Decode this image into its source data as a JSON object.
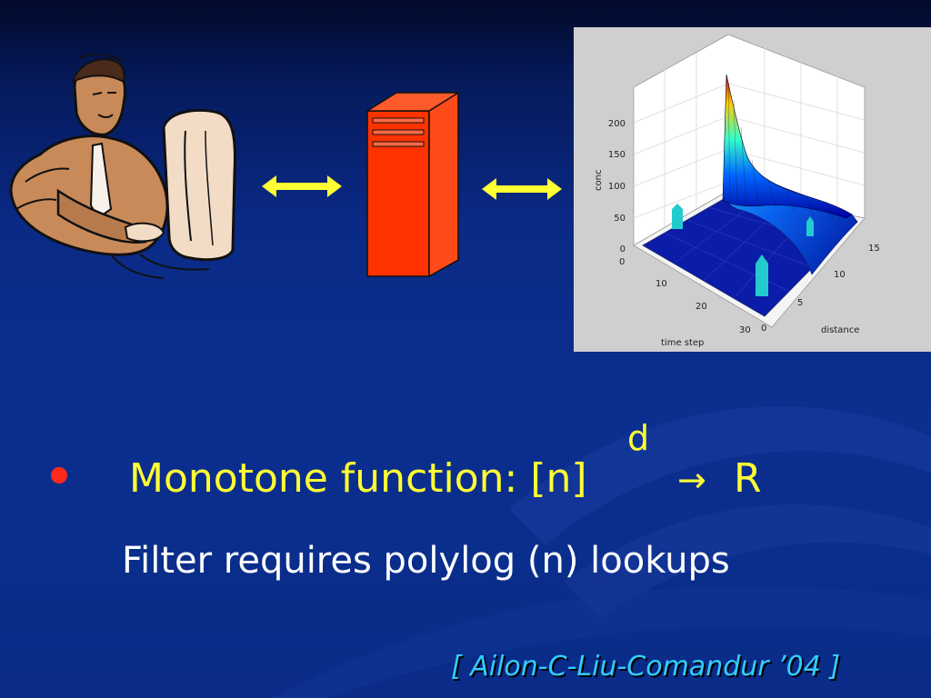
{
  "slide": {
    "bullet": {
      "text": "Monotone function: [n]",
      "superscript": "d",
      "arrow": "→",
      "range": "R"
    },
    "subtext": "Filter requires polylog (n) lookups",
    "citation": "[ Ailon-C-Liu-Comandur ’04 ]",
    "illustrations": {
      "user_icon": "person-at-computer-icon",
      "server_icon": "server-tower-icon",
      "arrow_icon": "double-headed-arrow-icon",
      "arrow_color": "#ffff33",
      "server_color": "#ff3300",
      "bullet_color": "#ff2a1a",
      "text_color": "#ffff33",
      "citation_color": "#33ccff"
    },
    "plot": {
      "zlabel": "conc",
      "xlabel": "time step",
      "ylabel": "distance",
      "z_ticks": [
        "200",
        "150",
        "100",
        "50",
        "0"
      ],
      "x_ticks": [
        "0",
        "10",
        "20",
        "30"
      ],
      "y_ticks": [
        "0",
        "5",
        "10",
        "15"
      ]
    }
  }
}
